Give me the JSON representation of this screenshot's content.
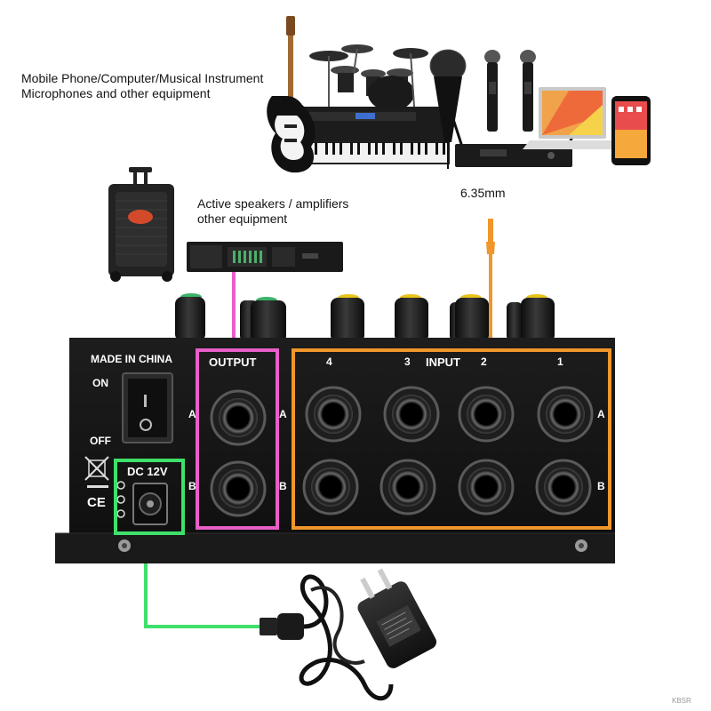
{
  "sources": {
    "caption_line1": "Mobile Phone/Computer/Musical Instrument",
    "caption_line2": "Microphones and other equipment"
  },
  "speakers": {
    "caption_line1": "Active speakers / amplifiers",
    "caption_line2": "other equipment"
  },
  "jack_size": "6.35mm",
  "panel": {
    "made_in": "MADE IN CHINA",
    "switch_on": "ON",
    "switch_off": "OFF",
    "dc_label": "DC 12V",
    "output_label": "OUTPUT",
    "input_label": "INPUT",
    "channel_1": "1",
    "channel_2": "2",
    "channel_3": "3",
    "channel_4": "4",
    "row_a": "A",
    "row_b": "B",
    "ce_mark": "CE"
  },
  "colors": {
    "output_box": "#e85fc8",
    "input_box": "#f0962a",
    "power_box": "#3fe06a",
    "panel": "#141414",
    "knob_green": "#3bb36a",
    "knob_yellow": "#e9c21a"
  },
  "icons": {
    "weee": "crossed-bin-icon",
    "polarity": "dc-polarity-icon"
  },
  "watermark": "KBSR"
}
